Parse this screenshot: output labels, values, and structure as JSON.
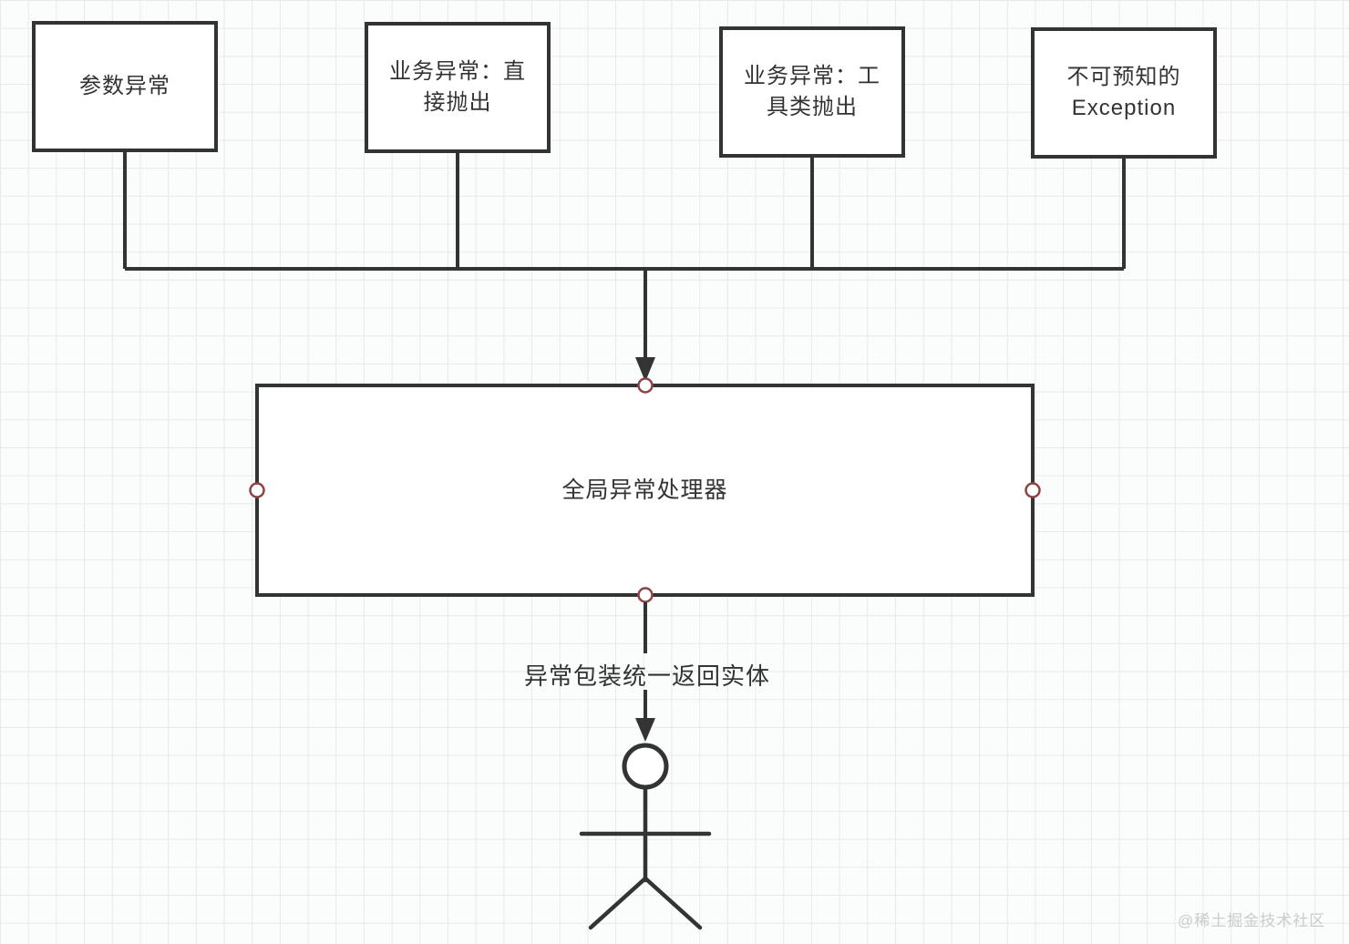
{
  "nodes": {
    "param_exception": {
      "label": "参数异常"
    },
    "biz_direct": {
      "label": "业务异常：直\n接抛出"
    },
    "biz_util": {
      "label": "业务异常：工\n具类抛出"
    },
    "unpredictable": {
      "label": "不可预知的\nException"
    },
    "global_handler": {
      "label": "全局异常处理器"
    }
  },
  "edges": {
    "result_label": "异常包装统一返回实体"
  },
  "icons": {
    "actor": "stick-figure-person",
    "arrowheads": "down-arrow"
  },
  "watermark": "@稀土掘金技术社区",
  "colors": {
    "line": "#333333",
    "cpoint": "#8e4343",
    "grid": "#e6eaec",
    "bg": "#fbfcfc",
    "text": "#333333",
    "watermark": "#c8cccd"
  }
}
